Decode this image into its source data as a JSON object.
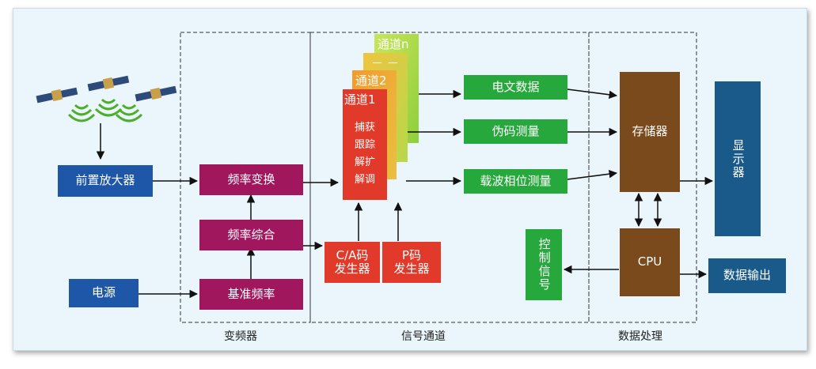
{
  "blocks": {
    "preamp": "前置放大器",
    "power": "电源",
    "freq_convert": "频率变换",
    "freq_synth": "频率综合",
    "ref_freq": "基准频率",
    "ca_gen_1": "C/A码",
    "ca_gen_2": "发生器",
    "p_gen_1": "P码",
    "p_gen_2": "发生器",
    "nav_data": "电文数据",
    "pseudo_range": "伪码测量",
    "carrier_phase": "载波相位测量",
    "storage": "存储器",
    "cpu": "CPU",
    "display": "显示器",
    "data_output": "数据输出",
    "control_signal": "控制信号"
  },
  "channels": {
    "n": "通道n",
    "dots": "－ －",
    "c2": "通道2",
    "c1": "通道1",
    "c1_functions": [
      "捕获",
      "跟踪",
      "解扩",
      "解调"
    ]
  },
  "groups": {
    "freq_converter": "变频器",
    "signal_channel": "信号通道",
    "data_processing": "数据处理"
  },
  "colors": {
    "blue": "#1f57a8",
    "magenta": "#a0175e",
    "green": "#27a83d",
    "brown": "#7a4a1c",
    "red": "#e23a2a"
  }
}
